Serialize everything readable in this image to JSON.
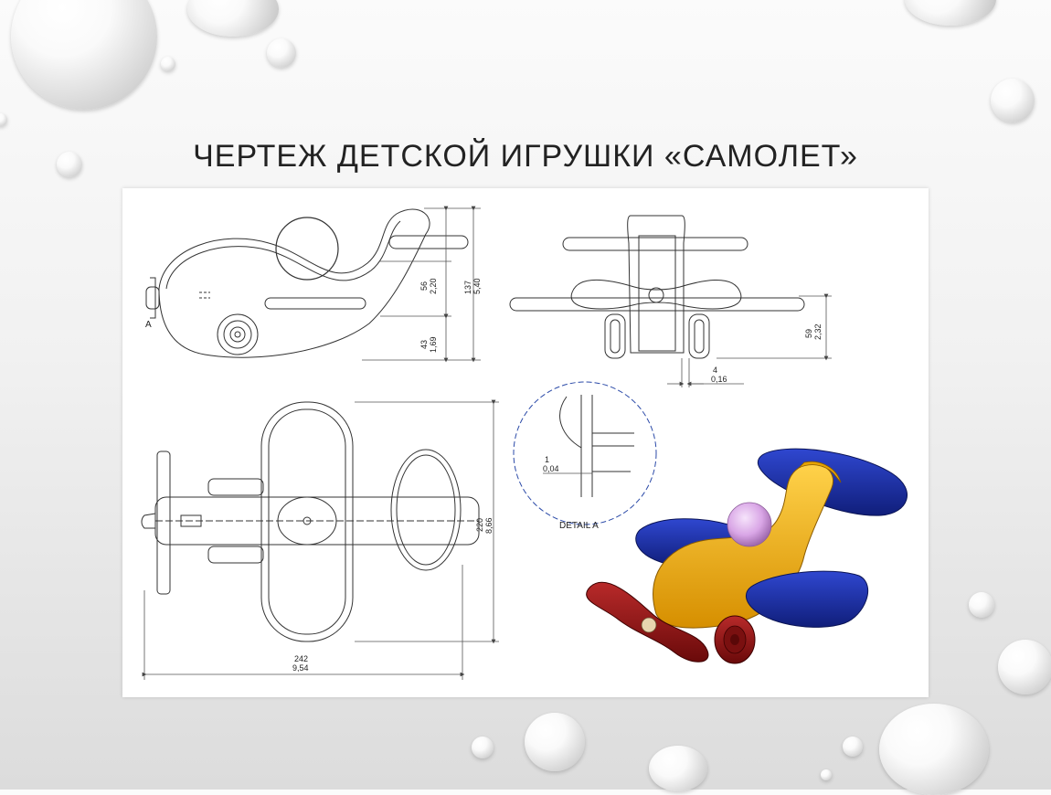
{
  "slide": {
    "title": "Чертеж детской игрушки «самолет»"
  },
  "drawing": {
    "view_label_a": "A",
    "detail_label": "DETAIL A",
    "dims": {
      "side_height_in": "5,40",
      "side_height_mm": "137",
      "side_upper_mm": "56",
      "side_upper_in": "2,20",
      "side_lower_mm": "43",
      "side_lower_in": "1,69",
      "front_height_mm": "59",
      "front_height_in": "2,32",
      "front_gap_mm": "4",
      "front_gap_in": "0,16",
      "detail_gap_mm": "1",
      "detail_gap_in": "0,04",
      "top_height_mm": "220",
      "top_height_in": "8,66",
      "top_width_mm": "242",
      "top_width_in": "9,54"
    },
    "colors": {
      "body": "#f5b800",
      "wings": "#1c2fa8",
      "propeller": "#8f1414",
      "ball": "#d9a6e6",
      "line": "#333333",
      "dim": "#555555"
    }
  }
}
